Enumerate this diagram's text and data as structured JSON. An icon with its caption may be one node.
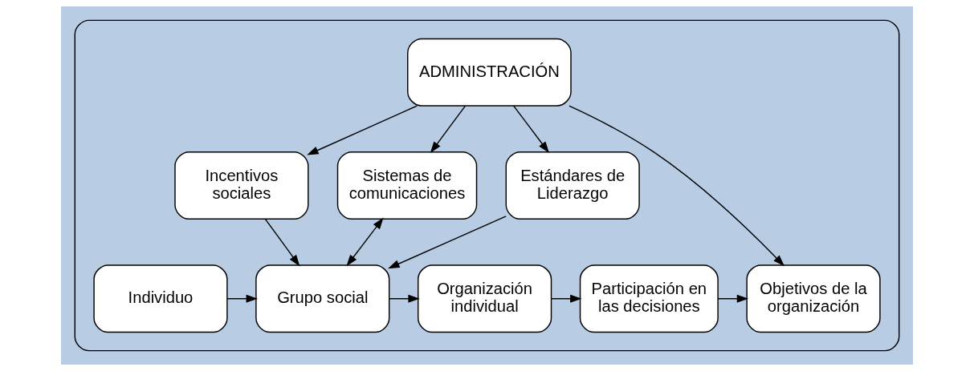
{
  "diagram": {
    "nodes": [
      {
        "text": [],
        "shape": "box"
      },
      {
        "text": [
          "ADMINISTRACIÓN"
        ],
        "in": 0
      },
      {
        "text": [
          "Incentivos sociales"
        ],
        "in": 0
      },
      {
        "text": [
          "Sistemas de comunicaciones"
        ],
        "in": 0
      },
      {
        "text": [
          "Estándares de Liderazgo"
        ],
        "in": 0
      },
      {
        "text": [
          "Individuo"
        ],
        "in": 0
      },
      {
        "text": [
          "Grupo social"
        ],
        "in": 0
      },
      {
        "text": [
          "Organización individual"
        ],
        "in": 0
      },
      {
        "text": [
          "Participación en las decisiones"
        ],
        "in": 0
      },
      {
        "text": [
          "Objetivos de la organización"
        ],
        "in": 0
      }
    ],
    "edges": [
      {
        "from": 1,
        "to": 2,
        "arrow": "to"
      },
      {
        "from": 1,
        "to": 3,
        "arrow": "to"
      },
      {
        "from": 1,
        "to": 4,
        "arrow": "to"
      },
      {
        "from": 1,
        "to": 9,
        "arrow": "to"
      },
      {
        "from": 2,
        "to": 6,
        "arrow": "to"
      },
      {
        "from": 6,
        "to": 3,
        "arrow": "both"
      },
      {
        "from": 4,
        "to": 6,
        "arrow": "to"
      },
      {
        "from": 5,
        "to": 6,
        "arrow": "to"
      },
      {
        "from": 6,
        "to": 7,
        "arrow": "to"
      },
      {
        "from": 7,
        "to": 8,
        "arrow": "to"
      },
      {
        "from": 8,
        "to": 9,
        "arrow": "to"
      }
    ]
  }
}
